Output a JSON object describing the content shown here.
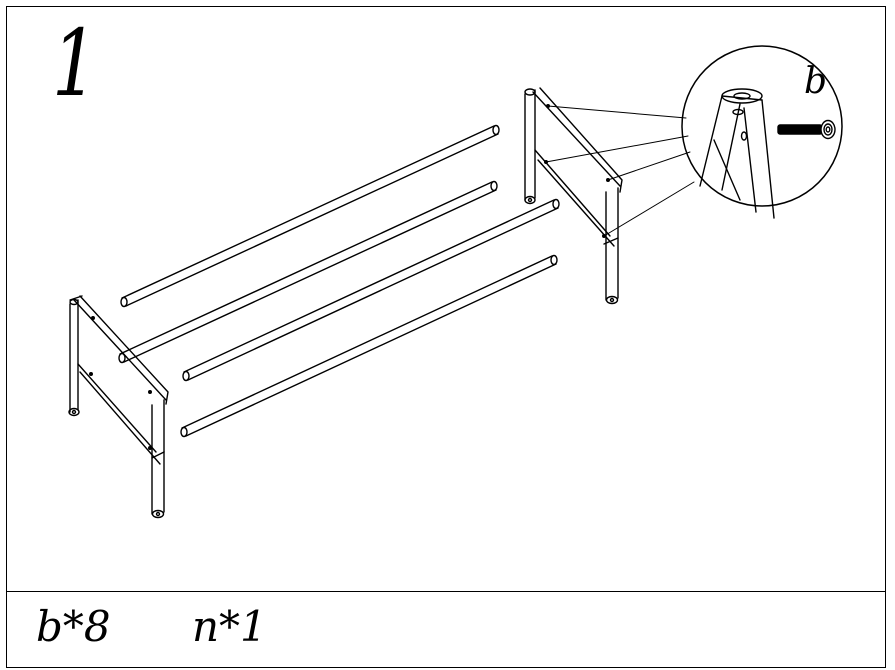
{
  "step": {
    "number": "1"
  },
  "callout": {
    "label": "b"
  },
  "parts": [
    {
      "label": "b*8"
    },
    {
      "label": "n*1"
    }
  ]
}
